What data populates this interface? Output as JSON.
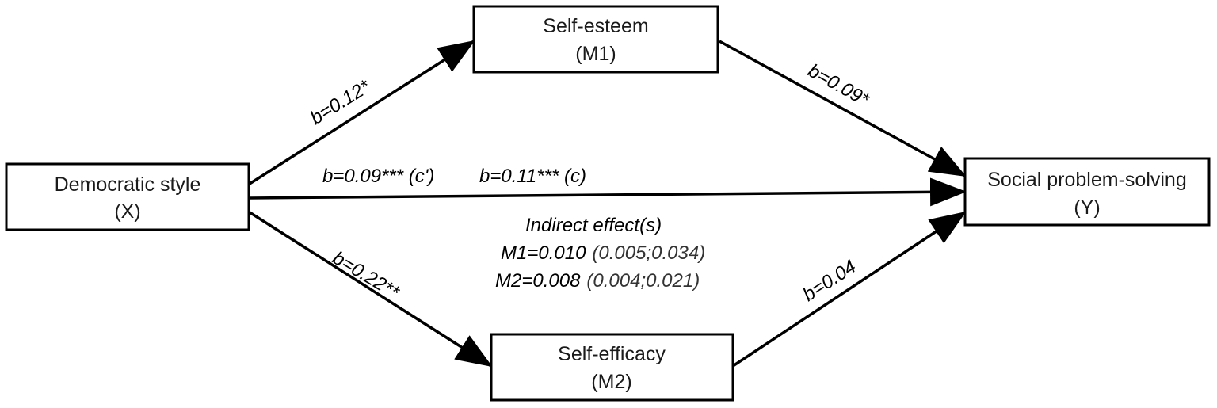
{
  "nodes": {
    "x": {
      "name": "Democratic style",
      "code": "(X)"
    },
    "m1": {
      "name": "Self-esteem",
      "code": "(M1)"
    },
    "m2": {
      "name": "Self-efficacy",
      "code": "(M2)"
    },
    "y": {
      "name": "Social problem-solving",
      "code": "(Y)"
    }
  },
  "paths": {
    "x_m1": "b=0.12*",
    "m1_y": "b=0.09*",
    "x_m2": "b=0.22**",
    "m2_y": "b=0.04",
    "direct": "b=0.09*** (c')",
    "total": "b=0.11*** (c)"
  },
  "indirect": {
    "title": "Indirect effect(s)",
    "m1_value": "M1=0.010",
    "m1_ci": "(0.005;0.034)",
    "m2_value": "M2=0.008",
    "m2_ci": "(0.004;0.021)"
  },
  "colors": {
    "line": "#000000",
    "box_border": "#000000",
    "text": "#1a1a1a"
  }
}
